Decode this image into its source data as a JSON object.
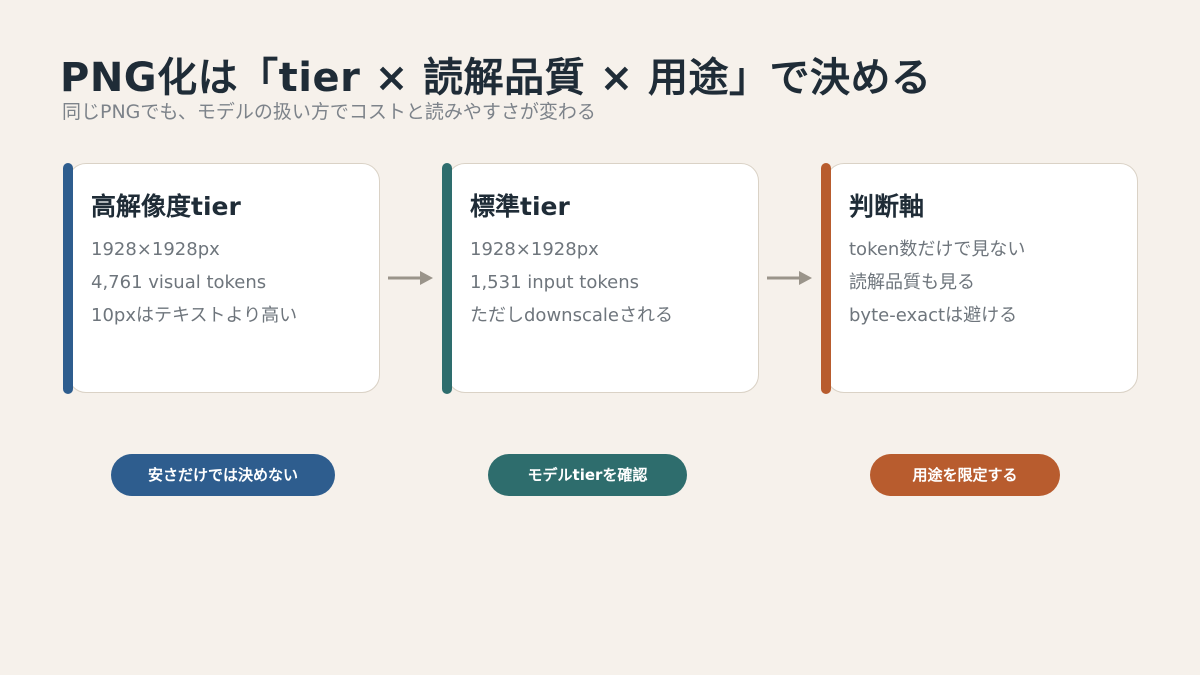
{
  "title": "PNG化は「tier × 読解品質 × 用途」で決める",
  "subtitle": "同じPNGでも、モデルの扱い方でコストと読みやすさが変わる",
  "cards": [
    {
      "title": "高解像度tier",
      "lines": [
        "1928×1928px",
        "4,761 visual tokens",
        "10pxはテキストより高い"
      ],
      "accent": "#2e5d8e"
    },
    {
      "title": "標準tier",
      "lines": [
        "1928×1928px",
        "1,531 input tokens",
        "ただしdownscaleされる"
      ],
      "accent": "#2e6d6d"
    },
    {
      "title": "判断軸",
      "lines": [
        "token数だけで見ない",
        "読解品質も見る",
        "byte-exactは避ける"
      ],
      "accent": "#b85c2e"
    }
  ],
  "pills": [
    {
      "label": "安さだけでは決めない",
      "color": "#2e5d8e"
    },
    {
      "label": "モデルtierを確認",
      "color": "#2e6d6d"
    },
    {
      "label": "用途を限定する",
      "color": "#b85c2e"
    }
  ],
  "arrow_color": "#9a948a",
  "icons": [
    "arrow-right-icon"
  ]
}
